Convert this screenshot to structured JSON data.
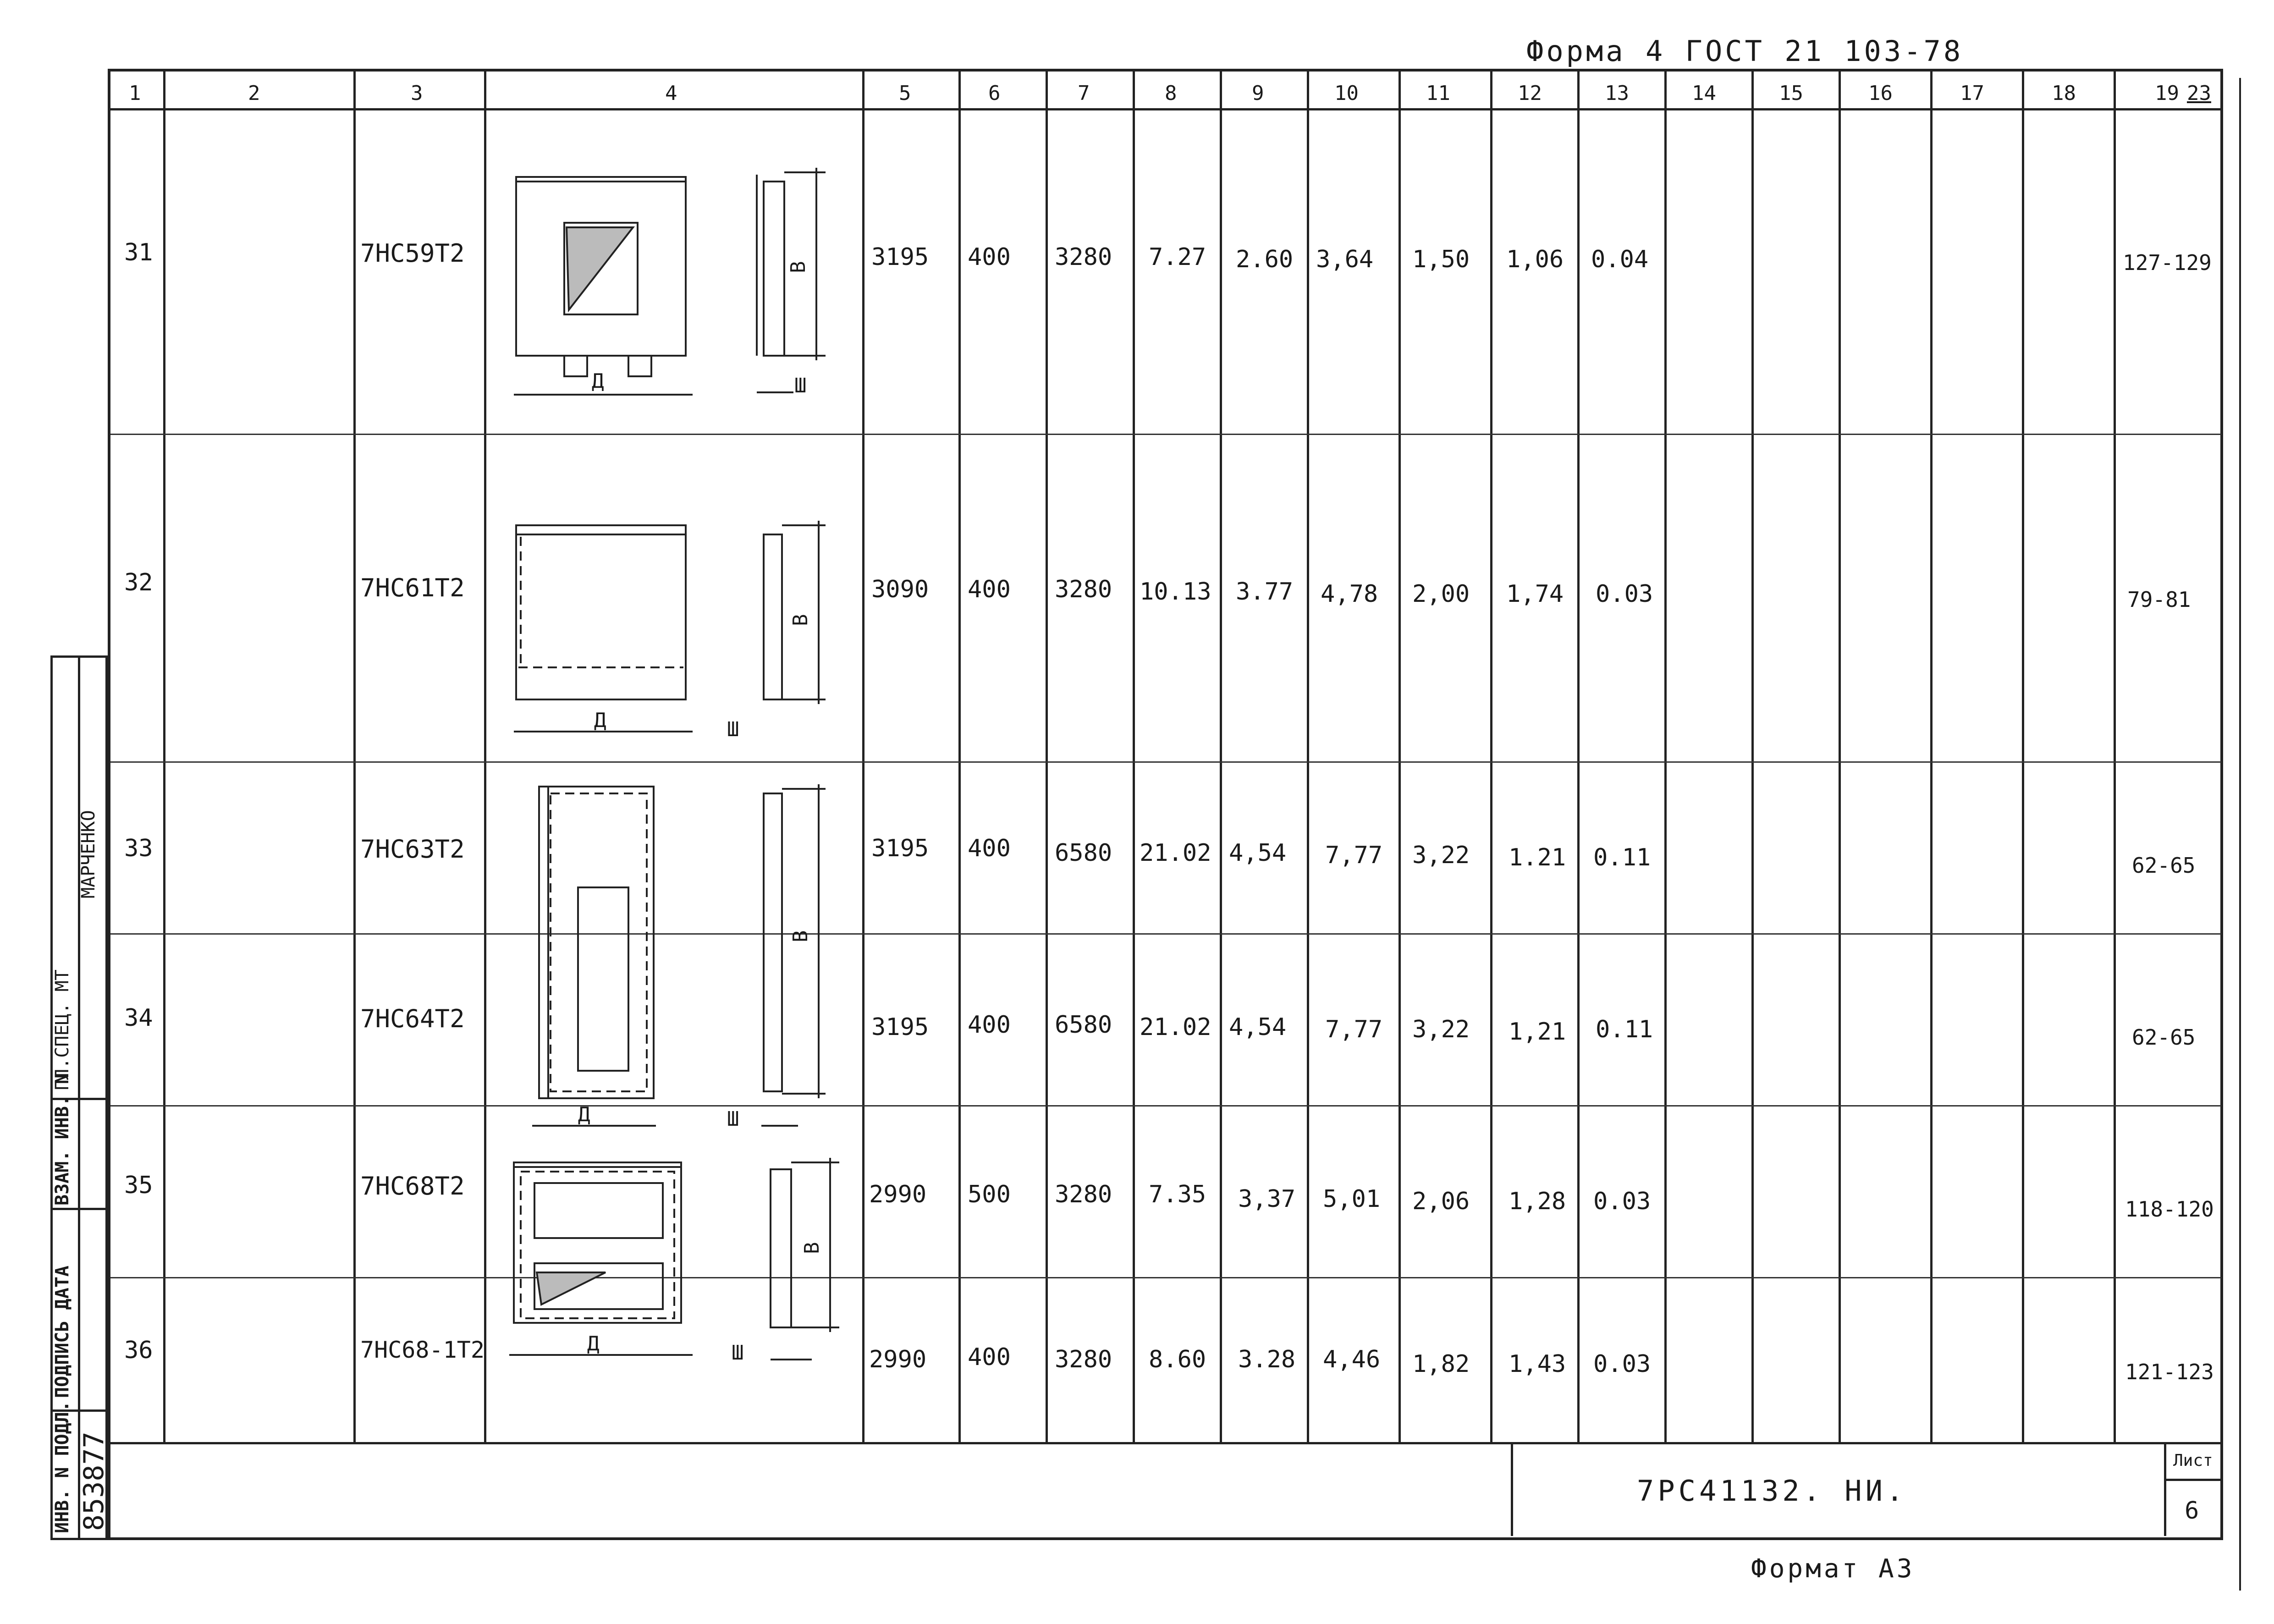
{
  "form_header": "Форма 4 ГОСТ 21 103-78",
  "format_label": "Формат А3",
  "columns": [
    "1",
    "2",
    "3",
    "4",
    "5",
    "6",
    "7",
    "8",
    "9",
    "10",
    "11",
    "12",
    "13",
    "14",
    "15",
    "16",
    "17",
    "18",
    "19",
    "23"
  ],
  "rows": [
    {
      "num": "31",
      "code": "7НС59Т2",
      "c5": "3195",
      "c6": "400",
      "c7": "3280",
      "c8": "7.27",
      "c9": "2.60",
      "c10": "3,64",
      "c11": "1,50",
      "c12": "1,06",
      "c13": "0.04",
      "c19": "127-129"
    },
    {
      "num": "32",
      "code": "7НС61Т2",
      "c5": "3090",
      "c6": "400",
      "c7": "3280",
      "c8": "10.13",
      "c9": "3.77",
      "c10": "4,78",
      "c11": "2,00",
      "c12": "1,74",
      "c13": "0.03",
      "c19": "79-81"
    },
    {
      "num": "33",
      "code": "7НС63Т2",
      "c5": "3195",
      "c6": "400",
      "c7": "6580",
      "c8": "21.02",
      "c9": "4,54",
      "c10": "7,77",
      "c11": "3,22",
      "c12": "1.21",
      "c13": "0.11",
      "c19": "62-65"
    },
    {
      "num": "34",
      "code": "7НС64Т2",
      "c5": "3195",
      "c6": "400",
      "c7": "6580",
      "c8": "21.02",
      "c9": "4,54",
      "c10": "7,77",
      "c11": "3,22",
      "c12": "1,21",
      "c13": "0.11",
      "c19": "62-65"
    },
    {
      "num": "35",
      "code": "7НС68Т2",
      "c5": "2990",
      "c6": "500",
      "c7": "3280",
      "c8": "7.35",
      "c9": "3,37",
      "c10": "5,01",
      "c11": "2,06",
      "c12": "1,28",
      "c13": "0.03",
      "c19": "118-120"
    },
    {
      "num": "36",
      "code": "7НС68-1Т2",
      "c5": "2990",
      "c6": "400",
      "c7": "3280",
      "c8": "8.60",
      "c9": "3.28",
      "c10": "4,46",
      "c11": "1,82",
      "c12": "1,43",
      "c13": "0.03",
      "c19": "121-123"
    }
  ],
  "drawing_labels": {
    "length": "Д",
    "height": "В",
    "width": "Ш"
  },
  "title_block": {
    "doc_code": "7РС41132. НИ.",
    "sheet_label": "Лист",
    "sheet_number": "6"
  },
  "side_stamp": {
    "inv_label": "ИНВ. N ПОДЛ.",
    "inv_number": "853877",
    "sign_date": "ПОДПИСЬ ДАТА",
    "vzam": "ВЗАМ. ИНВ. N",
    "spec": "ГЛ.СПЕЦ. МТ",
    "name": "МАРЧЕНКО"
  }
}
